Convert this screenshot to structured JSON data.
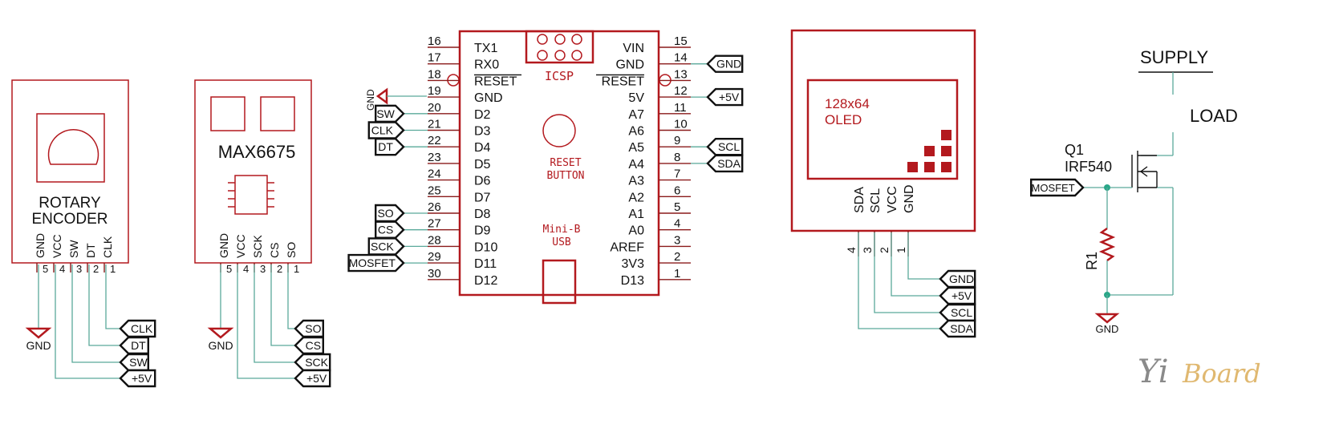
{
  "encoder": {
    "title_line1": "ROTARY",
    "title_line2": "ENCODER",
    "pins": [
      "GND",
      "VCC",
      "SW",
      "DT",
      "CLK"
    ],
    "pin_numbers": [
      "5",
      "4",
      "3",
      "2",
      "1"
    ],
    "gnd_label": "GND",
    "flags": [
      "CLK",
      "DT",
      "SW",
      "+5V"
    ]
  },
  "max6675": {
    "title": "MAX6675",
    "pins": [
      "GND",
      "VCC",
      "SCK",
      "CS",
      "SO"
    ],
    "pin_numbers": [
      "5",
      "4",
      "3",
      "2",
      "1"
    ],
    "gnd_label": "GND",
    "flags": [
      "SO",
      "CS",
      "SCK",
      "+5V"
    ]
  },
  "nano": {
    "left_pins": [
      {
        "num": "16",
        "name": "TX1"
      },
      {
        "num": "17",
        "name": "RX0"
      },
      {
        "num": "18",
        "name": "RESET"
      },
      {
        "num": "19",
        "name": "GND"
      },
      {
        "num": "20",
        "name": "D2"
      },
      {
        "num": "21",
        "name": "D3"
      },
      {
        "num": "22",
        "name": "D4"
      },
      {
        "num": "23",
        "name": "D5"
      },
      {
        "num": "24",
        "name": "D6"
      },
      {
        "num": "25",
        "name": "D7"
      },
      {
        "num": "26",
        "name": "D8"
      },
      {
        "num": "27",
        "name": "D9"
      },
      {
        "num": "28",
        "name": "D10"
      },
      {
        "num": "29",
        "name": "D11"
      },
      {
        "num": "30",
        "name": "D12"
      }
    ],
    "right_pins": [
      {
        "num": "15",
        "name": "VIN"
      },
      {
        "num": "14",
        "name": "GND"
      },
      {
        "num": "13",
        "name": "RESET"
      },
      {
        "num": "12",
        "name": "5V"
      },
      {
        "num": "11",
        "name": "A7"
      },
      {
        "num": "10",
        "name": "A6"
      },
      {
        "num": "9",
        "name": "A5"
      },
      {
        "num": "8",
        "name": "A4"
      },
      {
        "num": "7",
        "name": "A3"
      },
      {
        "num": "6",
        "name": "A2"
      },
      {
        "num": "5",
        "name": "A1"
      },
      {
        "num": "4",
        "name": "A0"
      },
      {
        "num": "3",
        "name": "AREF"
      },
      {
        "num": "2",
        "name": "3V3"
      },
      {
        "num": "1",
        "name": "D13"
      }
    ],
    "icsp": "ICSP",
    "reset_line1": "RESET",
    "reset_line2": "BUTTON",
    "usb_line1": "Mini-B",
    "usb_line2": "USB",
    "left_gnd_label": "GND",
    "left_flags": {
      "D2": "SW",
      "D3": "CLK",
      "D4": "DT",
      "D8": "SO",
      "D9": "CS",
      "D10": "SCK",
      "D11": "MOSFET"
    },
    "right_flags": {
      "GND": "GND",
      "5V": "+5V",
      "A5": "SCL",
      "A4": "SDA"
    }
  },
  "oled": {
    "line1": "128x64",
    "line2": "OLED",
    "pins": [
      "SDA",
      "SCL",
      "VCC",
      "GND"
    ],
    "pin_numbers": [
      "4",
      "3",
      "2",
      "1"
    ],
    "flags": [
      "GND",
      "+5V",
      "SCL",
      "SDA"
    ]
  },
  "mosfet": {
    "supply": "SUPPLY",
    "load": "LOAD",
    "ref": "Q1",
    "part": "IRF540",
    "input_flag": "MOSFET",
    "resistor": "R1",
    "gnd_label": "GND"
  },
  "watermark": "YiBoard",
  "colors": {
    "part": "#b3191e",
    "net": "#5aa99a",
    "junction": "#2aa788",
    "ink": "#111111"
  }
}
